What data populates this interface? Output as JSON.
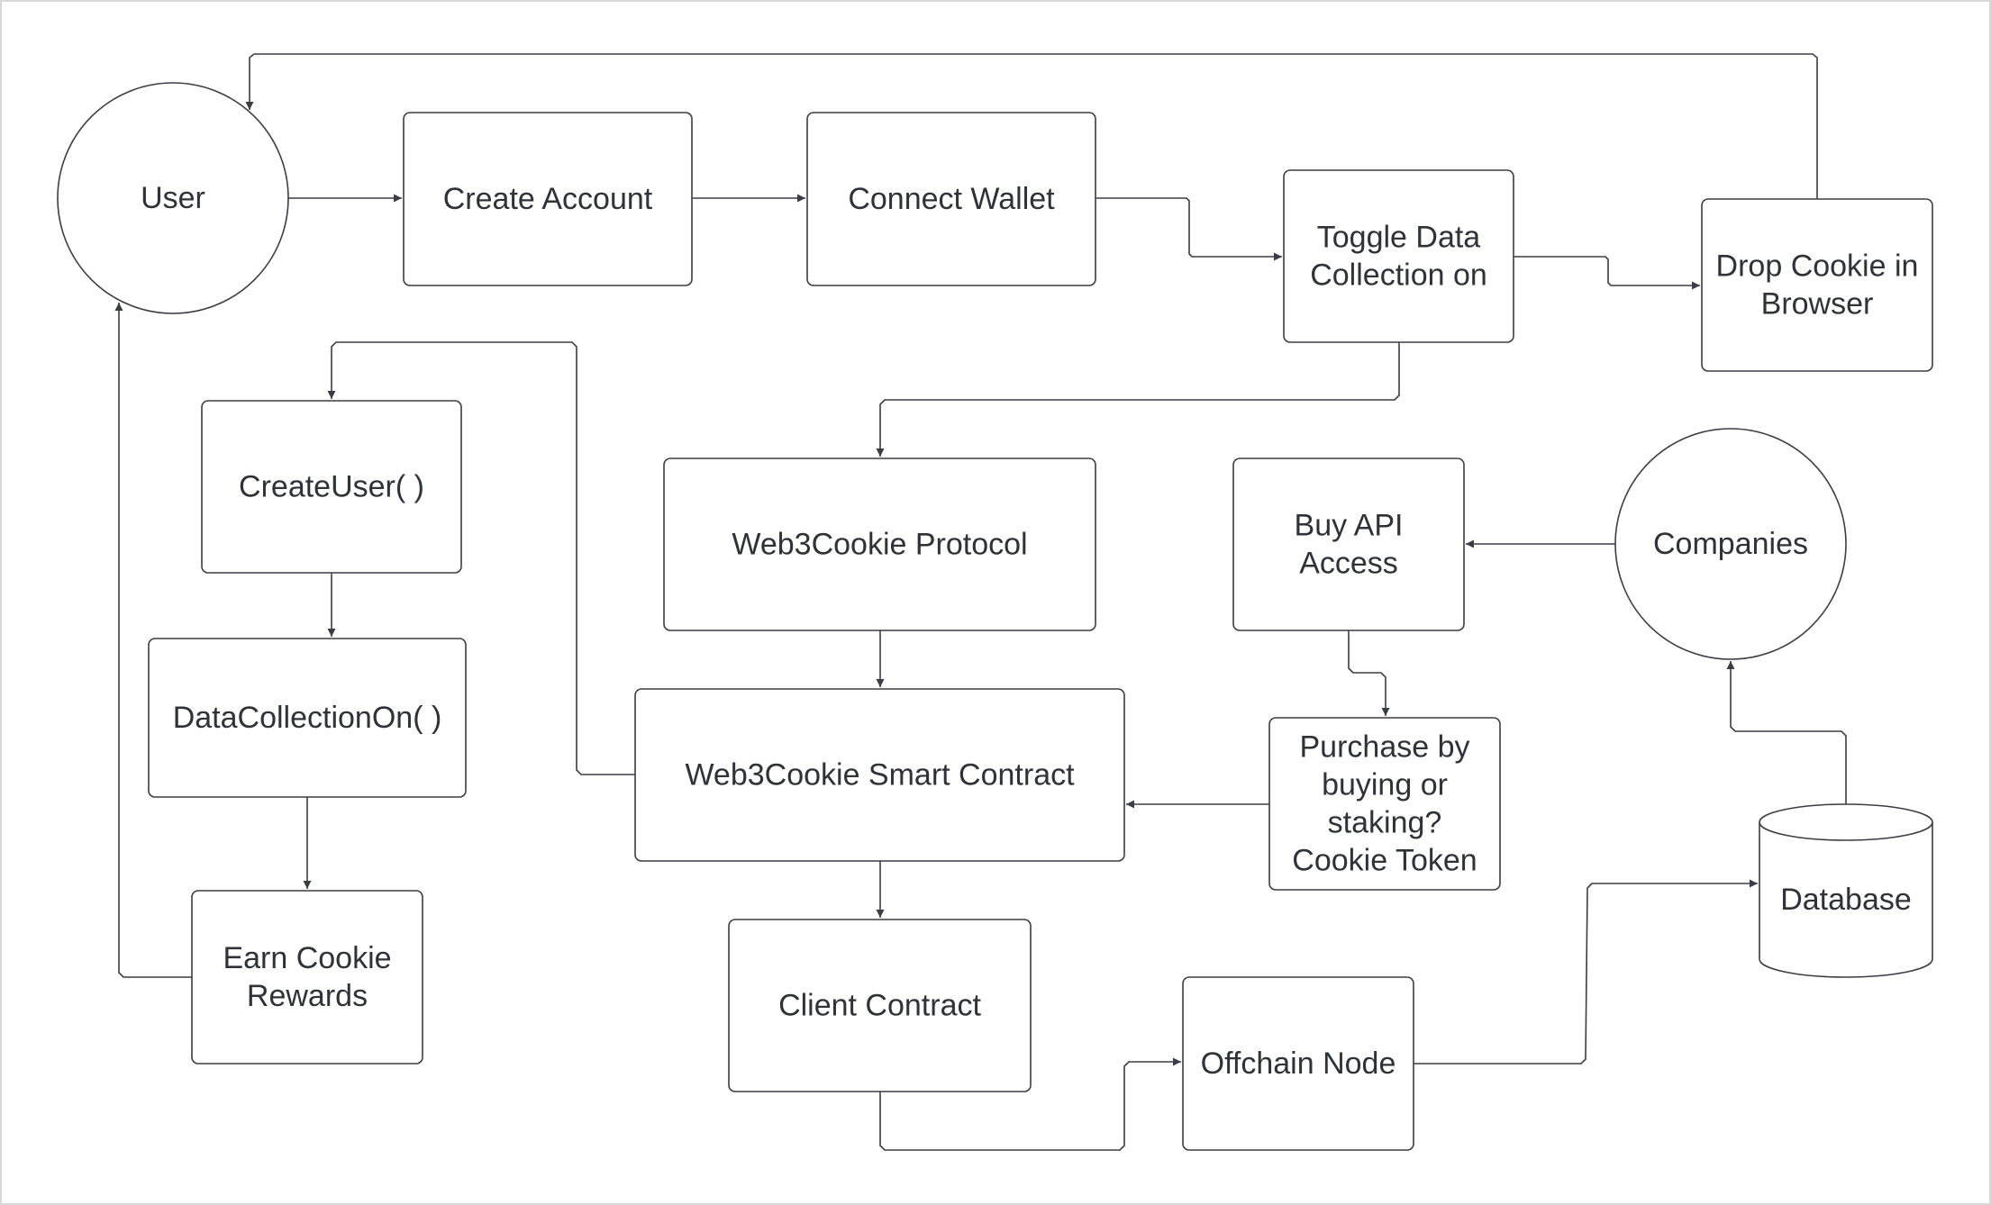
{
  "colors": {
    "stroke": "#3a3d44",
    "text": "#2f3238",
    "background": "#ffffff"
  },
  "nodes": {
    "user": {
      "label": [
        "User"
      ]
    },
    "create_account": {
      "label": [
        "Create Account"
      ]
    },
    "connect_wallet": {
      "label": [
        "Connect Wallet"
      ]
    },
    "toggle_data": {
      "label": [
        "Toggle Data",
        "Collection on"
      ]
    },
    "drop_cookie": {
      "label": [
        "Drop Cookie in",
        "Browser"
      ]
    },
    "create_user": {
      "label": [
        "CreateUser( )"
      ]
    },
    "data_collection_on": {
      "label": [
        "DataCollectionOn( )"
      ]
    },
    "earn_rewards": {
      "label": [
        "Earn Cookie",
        "Rewards"
      ]
    },
    "protocol": {
      "label": [
        "Web3Cookie Protocol"
      ]
    },
    "smart_contract": {
      "label": [
        "Web3Cookie Smart Contract"
      ]
    },
    "client_contract": {
      "label": [
        "Client Contract"
      ]
    },
    "offchain_node": {
      "label": [
        "Offchain Node"
      ]
    },
    "buy_api": {
      "label": [
        "Buy API",
        "Access"
      ]
    },
    "purchase": {
      "label": [
        "Purchase by",
        "buying or",
        "staking?",
        "Cookie Token"
      ]
    },
    "companies": {
      "label": [
        "Companies"
      ]
    },
    "database": {
      "label": [
        "Database"
      ]
    }
  },
  "edges": [
    {
      "from": "user",
      "to": "create_account"
    },
    {
      "from": "create_account",
      "to": "connect_wallet"
    },
    {
      "from": "connect_wallet",
      "to": "toggle_data"
    },
    {
      "from": "toggle_data",
      "to": "drop_cookie"
    },
    {
      "from": "drop_cookie",
      "to": "user"
    },
    {
      "from": "toggle_data",
      "to": "protocol"
    },
    {
      "from": "protocol",
      "to": "smart_contract"
    },
    {
      "from": "smart_contract",
      "to": "create_user"
    },
    {
      "from": "create_user",
      "to": "data_collection_on"
    },
    {
      "from": "data_collection_on",
      "to": "earn_rewards"
    },
    {
      "from": "earn_rewards",
      "to": "user"
    },
    {
      "from": "smart_contract",
      "to": "client_contract"
    },
    {
      "from": "client_contract",
      "to": "offchain_node"
    },
    {
      "from": "offchain_node",
      "to": "database"
    },
    {
      "from": "database",
      "to": "companies"
    },
    {
      "from": "companies",
      "to": "buy_api"
    },
    {
      "from": "buy_api",
      "to": "purchase"
    },
    {
      "from": "purchase",
      "to": "smart_contract"
    }
  ]
}
